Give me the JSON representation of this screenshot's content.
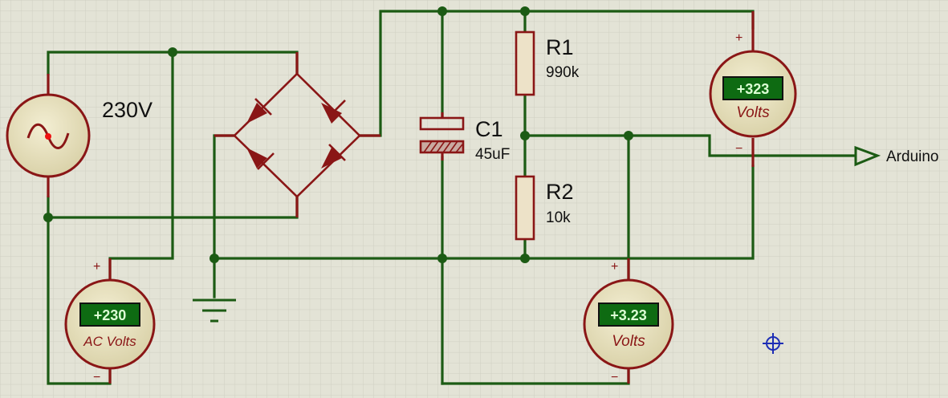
{
  "source": {
    "label": "230V"
  },
  "resistors": [
    {
      "ref": "R1",
      "value": "990k"
    },
    {
      "ref": "R2",
      "value": "10k"
    }
  ],
  "capacitor": {
    "ref": "C1",
    "value": "45uF"
  },
  "meters": {
    "ac": {
      "reading": "+230",
      "unit": "AC Volts",
      "plus": "+",
      "minus": "−"
    },
    "dc_top": {
      "reading": "+323",
      "unit": "Volts",
      "plus": "+",
      "minus": "−"
    },
    "dc_bottom": {
      "reading": "+3.23",
      "unit": "Volts",
      "plus": "+",
      "minus": "−"
    }
  },
  "output": {
    "label": "Arduino"
  },
  "colors": {
    "background": "#e3e3d6",
    "wire": "#1c5b14",
    "component": "#8a1616",
    "meter_face": "#e6e0bc",
    "display_bg": "#0e6b12"
  }
}
